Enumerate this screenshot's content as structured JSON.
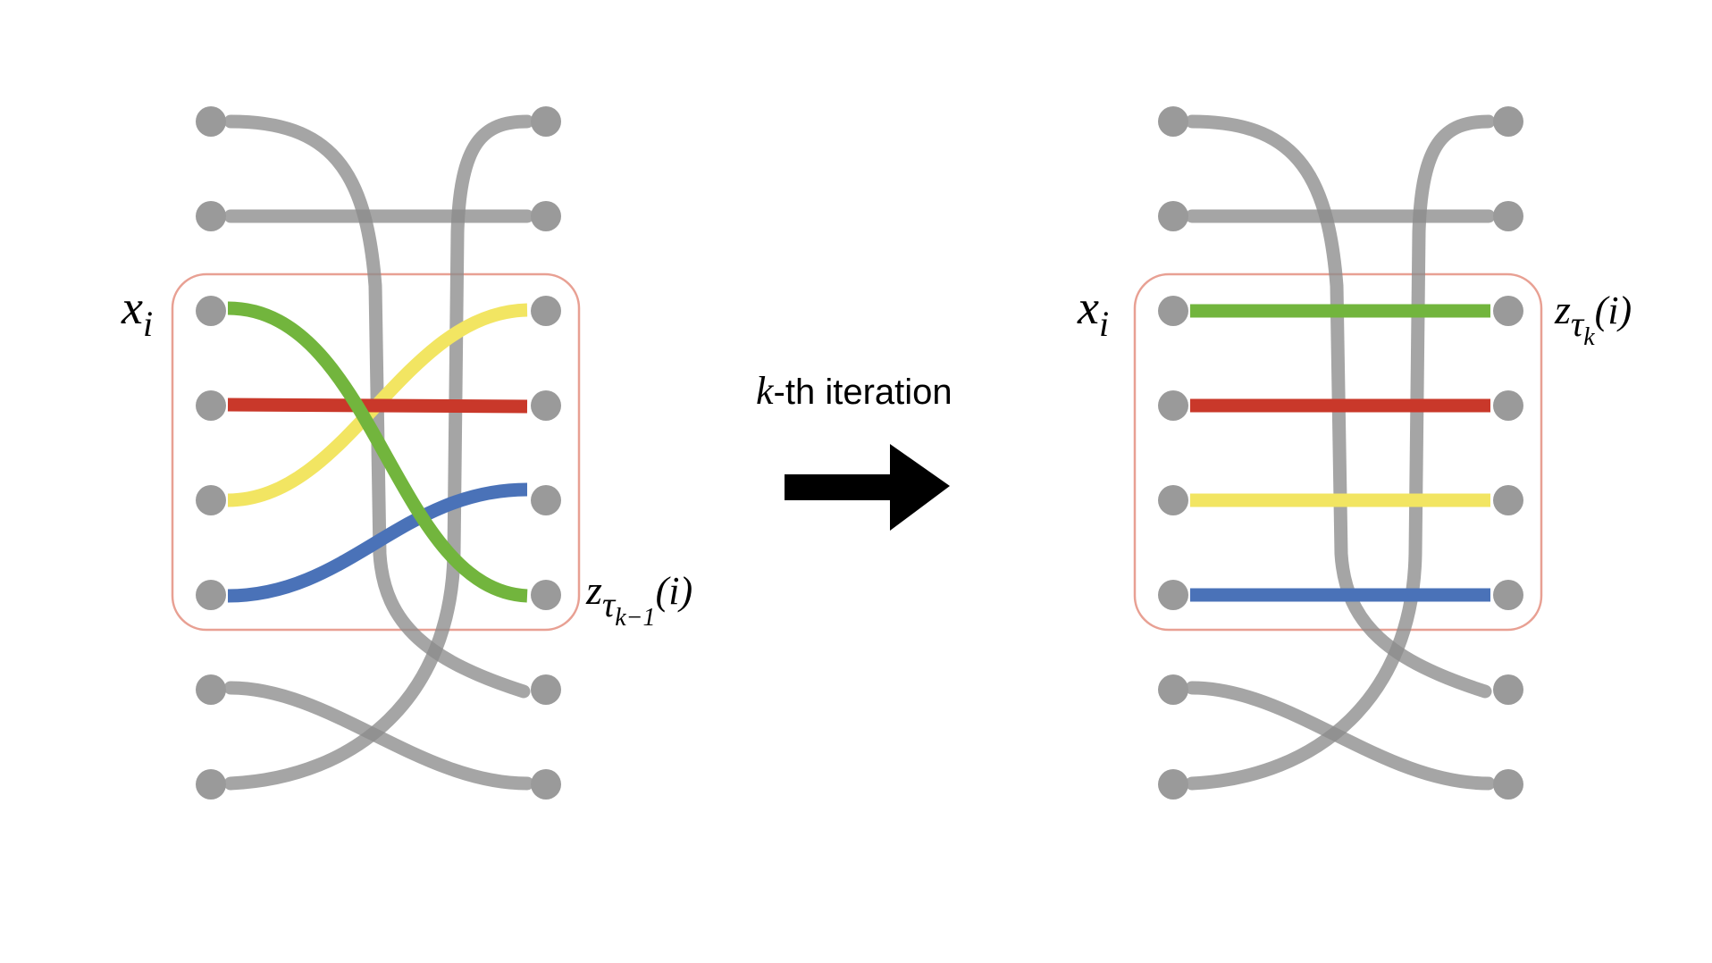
{
  "colors": {
    "background": "#ffffff",
    "gray_edge": "#8c8c8c",
    "node": "#9a9a9a",
    "frame": "#e8a093",
    "green": "#72b53d",
    "red": "#c9382a",
    "yellow": "#f2e562",
    "blue": "#4a72b8",
    "arrow": "#000000"
  },
  "left_panel": {
    "input_label": {
      "base": "x",
      "sub": "i"
    },
    "output_label": {
      "base": "z",
      "sub": "τ",
      "subsub": "k−1",
      "paren": "(i)"
    }
  },
  "arrow": {
    "caption_var": "k",
    "caption_rest": "-th iteration",
    "icon": "right-arrow-icon"
  },
  "right_panel": {
    "input_label": {
      "base": "x",
      "sub": "i"
    },
    "output_label": {
      "base": "z",
      "sub": "τ",
      "subsub": "k",
      "paren": "(i)"
    }
  }
}
